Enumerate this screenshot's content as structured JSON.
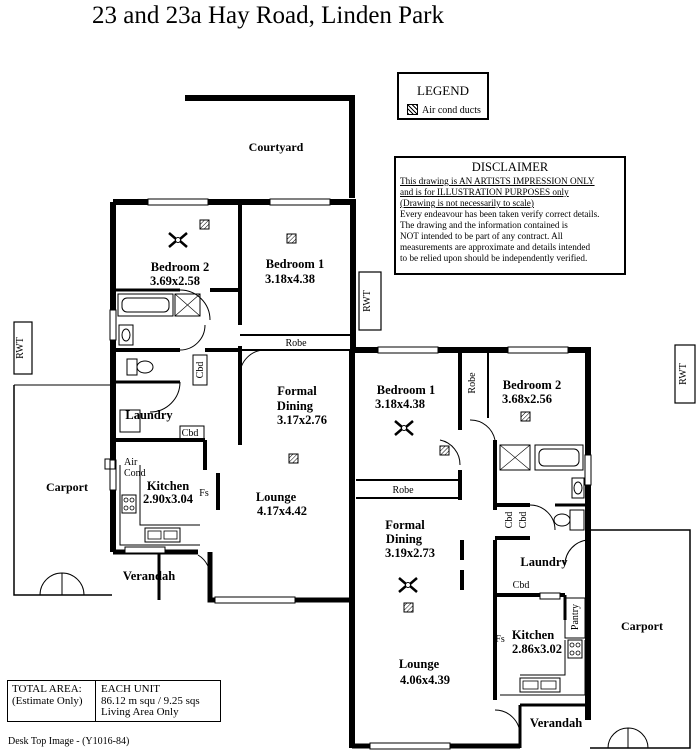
{
  "title": "23 and 23a Hay Road, Linden Park",
  "legend": {
    "title": "LEGEND",
    "item": "Air cond ducts"
  },
  "disclaimer": {
    "title": "DISCLAIMER",
    "lines": [
      "This drawing is AN ARTISTS IMPRESSION ONLY",
      "and is for ILLUSTRATION PURPOSES only",
      "(Drawing is not necessarily to scale)",
      "Every endeavour has been taken verify correct details.",
      "The drawing and the information contained is",
      "NOT intended to be part of any contract.  All",
      "measurements are approximate and details intended",
      "to be relied upon should be independently verified."
    ]
  },
  "total_area": {
    "label_1": "TOTAL AREA:",
    "label_2": "(Estimate Only)",
    "value_1": "EACH UNIT",
    "value_2": "86.12 m squ / 9.25 sqs",
    "value_3": "Living Area Only"
  },
  "footer": "Desk Top Image - (Y1016-84)",
  "left_unit": {
    "courtyard": "Courtyard",
    "bedroom2": {
      "name": "Bedroom 2",
      "dims": "3.69x2.58"
    },
    "bedroom1": {
      "name": "Bedroom 1",
      "dims": "3.18x4.38"
    },
    "robe": "Robe",
    "formal_dining": {
      "name_1": "Formal",
      "name_2": "Dining",
      "dims": "3.17x2.76"
    },
    "laundry": "Laundry",
    "cbd_1": "Cbd",
    "cbd_2": "Cbd",
    "air_cond_1": "Air",
    "air_cond_2": "Cond",
    "kitchen": {
      "name": "Kitchen",
      "dims": "2.90x3.04"
    },
    "fs": "Fs",
    "lounge": {
      "name": "Lounge",
      "dims": "4.17x4.42"
    },
    "carport": "Carport",
    "verandah": "Verandah",
    "rwt_outer": "RWT",
    "rwt_mid": "RWT"
  },
  "right_unit": {
    "bedroom1": {
      "name": "Bedroom 1",
      "dims": "3.18x4.38"
    },
    "bedroom2": {
      "name": "Bedroom 2",
      "dims": "3.68x2.56"
    },
    "robe_vertical": "Robe",
    "robe": "Robe",
    "formal_dining": {
      "name_1": "Formal",
      "name_2": "Dining",
      "dims": "3.19x2.73"
    },
    "cbd_1": "Cbd",
    "cbd_2": "Cbd",
    "laundry": "Laundry",
    "cbd_3": "Cbd",
    "pantry": "Pantry",
    "kitchen": {
      "name": "Kitchen",
      "dims": "2.86x3.02"
    },
    "fs": "Fs",
    "lounge": {
      "name": "Lounge",
      "dims": "4.06x4.39"
    },
    "carport": "Carport",
    "verandah": "Verandah",
    "rwt": "RWT"
  }
}
